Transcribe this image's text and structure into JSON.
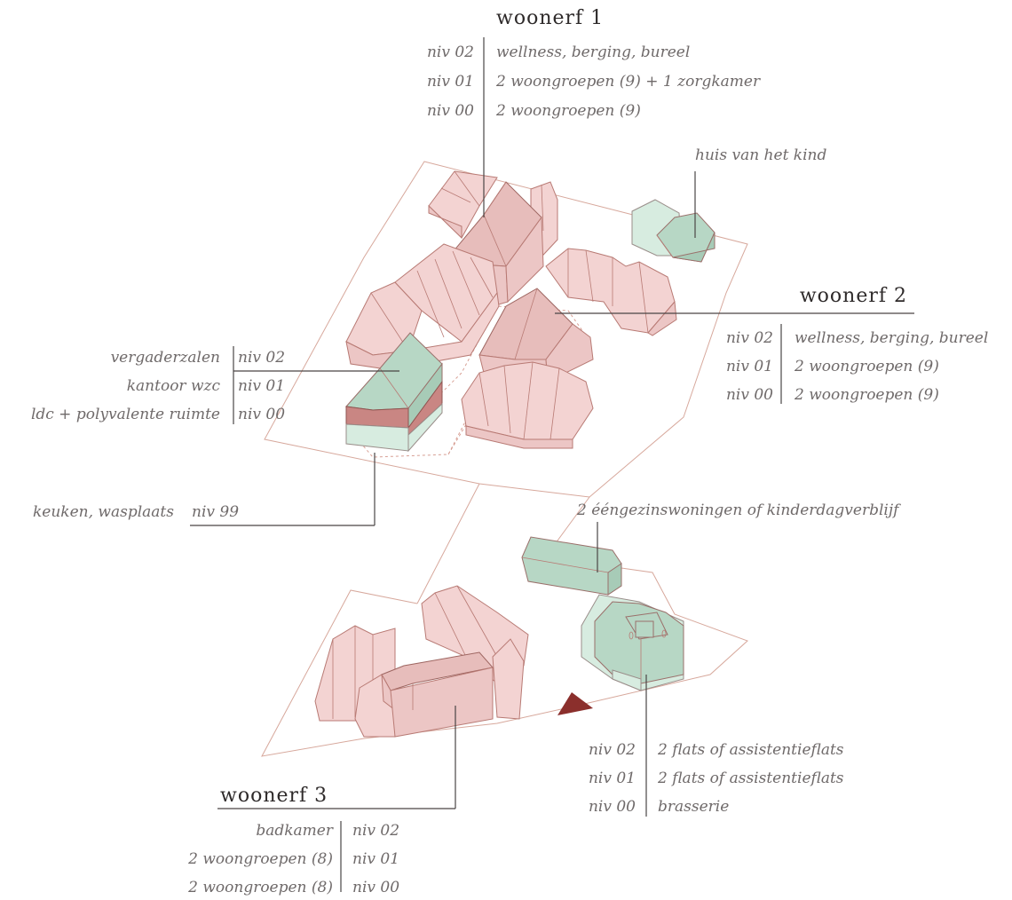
{
  "woonerf1": {
    "title": "woonerf 1",
    "levels": [
      {
        "niv": "niv 02",
        "text": "wellness, berging, bureel"
      },
      {
        "niv": "niv 01",
        "text": "2 woongroepen (9) + 1 zorgkamer"
      },
      {
        "niv": "niv 00",
        "text": "2 woongroepen (9)"
      }
    ]
  },
  "huis_van_het_kind": {
    "label": "huis van het kind"
  },
  "woonerf2": {
    "title": "woonerf 2",
    "levels": [
      {
        "niv": "niv 02",
        "text": "wellness, berging, bureel"
      },
      {
        "niv": "niv 01",
        "text": "2 woongroepen (9)"
      },
      {
        "niv": "niv 00",
        "text": "2 woongroepen (9)"
      }
    ]
  },
  "wzc": {
    "levels": [
      {
        "text": "vergaderzalen",
        "niv": "niv 02"
      },
      {
        "text": "kantoor wzc",
        "niv": "niv 01"
      },
      {
        "text": "ldc + polyvalente ruimte",
        "niv": "niv 00"
      }
    ],
    "basement": {
      "text": "keuken, wasplaats",
      "niv": "niv 99"
    }
  },
  "eengezins": {
    "label": "2 ééngezinswoningen of kinderdagverblijf"
  },
  "woonerf3": {
    "title": "woonerf 3",
    "levels": [
      {
        "text": "badkamer",
        "niv": "niv 02"
      },
      {
        "text": "2  woongroepen (8)",
        "niv": "niv 01"
      },
      {
        "text": "2 woongroepen (8)",
        "niv": "niv 00"
      }
    ]
  },
  "flats": {
    "levels": [
      {
        "niv": "niv 02",
        "text": "2 flats of assistentieflats"
      },
      {
        "niv": "niv 01",
        "text": "2 flats of assistentieflats"
      },
      {
        "niv": "niv 00",
        "text": "brasserie"
      }
    ]
  },
  "colors": {
    "housing": "#f3d3d2",
    "woonerf_core": "#e7bdbb",
    "care_green": "#b7d7c5",
    "accent_red": "#c98683",
    "arrow": "#8b2f2c"
  }
}
